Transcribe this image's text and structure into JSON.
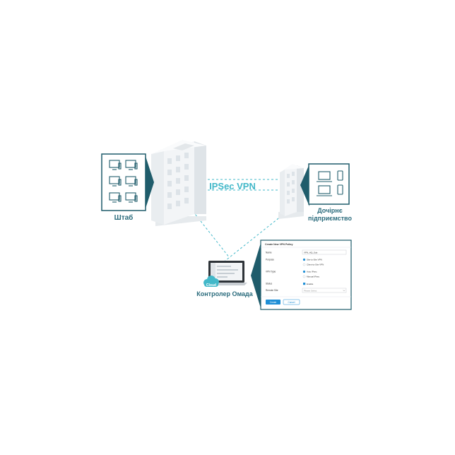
{
  "diagram": {
    "vpn_label": "IPSec VPN",
    "hq_label": "Штаб",
    "branch_label_line1": "Дочірнє",
    "branch_label_line2": "підприємство",
    "controller_label": "Контролер Омада",
    "cloud_badge": "Cloud"
  },
  "colors": {
    "teal_dark": "#1f5c6b",
    "teal_label": "#2a6b7c",
    "vpn_accent": "#43b8c9",
    "button_blue": "#1f8fd6",
    "building": "#eef1f3"
  },
  "icons": {
    "hq_card": "desktop-monitor-icon",
    "branch_card": [
      "laptop-icon",
      "phone-icon"
    ],
    "controller": "laptop-icon",
    "cloud": "cloud-icon"
  },
  "vpn_policy_form": {
    "title": "Create New VPN Policy",
    "name_label": "Name",
    "name_value": "VPN_HQ_Sub",
    "purpose_label": "Purpose",
    "purpose_options": [
      "Site-to-Site VPN",
      "Client-to-Site VPN"
    ],
    "purpose_selected": "Site-to-Site VPN",
    "vpn_type_label": "VPN Type",
    "vpn_type_options": [
      "Auto IPsec",
      "Manual IPsec"
    ],
    "vpn_type_selected": "Auto IPsec",
    "status_label": "Status",
    "status_checkbox": "Enable",
    "status_checked": true,
    "remote_site_label": "Remote Site",
    "remote_site_placeholder": "Please Select",
    "create_button": "Create",
    "cancel_button": "Cancel"
  }
}
